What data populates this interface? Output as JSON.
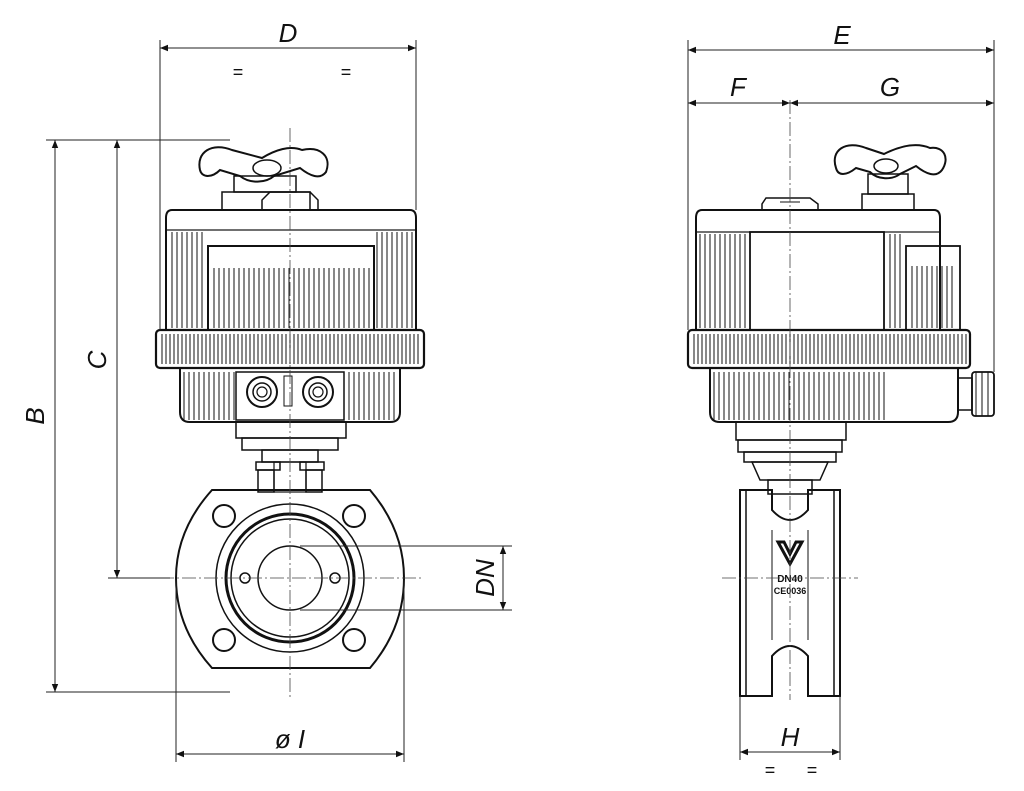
{
  "dimensions": {
    "D": "D",
    "E": "E",
    "F": "F",
    "G": "G",
    "B": "B",
    "C": "C",
    "DN": "DN",
    "I": "ø I",
    "H": "H"
  },
  "equal_marks": {
    "top": "=",
    "bottom": "="
  },
  "body_marking": {
    "logo": "V",
    "size": "DN40",
    "cert": "CE0036"
  }
}
